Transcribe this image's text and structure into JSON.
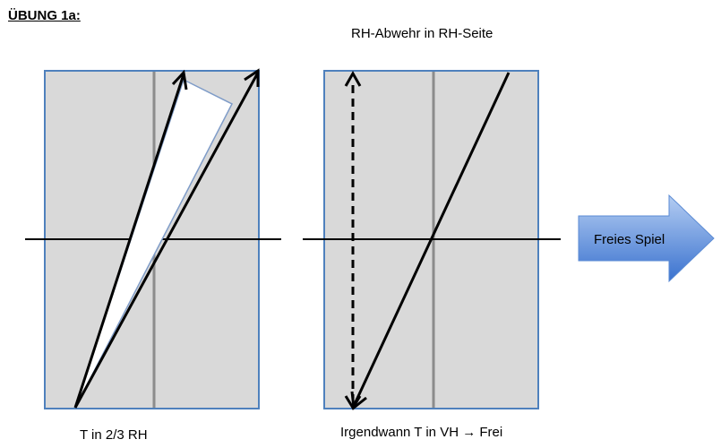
{
  "title": "ÜBUNG 1a:",
  "subtitle": "RH-Abwehr in RH-Seite",
  "left_caption": "T in 2/3 RH",
  "right_caption": "Irgendwann T in VH → Frei",
  "arrow_label": "Freies Spiel",
  "colors": {
    "field_fill": "#d9d9d9",
    "field_border": "#4f81bd",
    "center_line": "#8c8c8c",
    "arrow_gradient_top": "#a9c4ef",
    "arrow_gradient_bottom": "#3f77d3"
  }
}
